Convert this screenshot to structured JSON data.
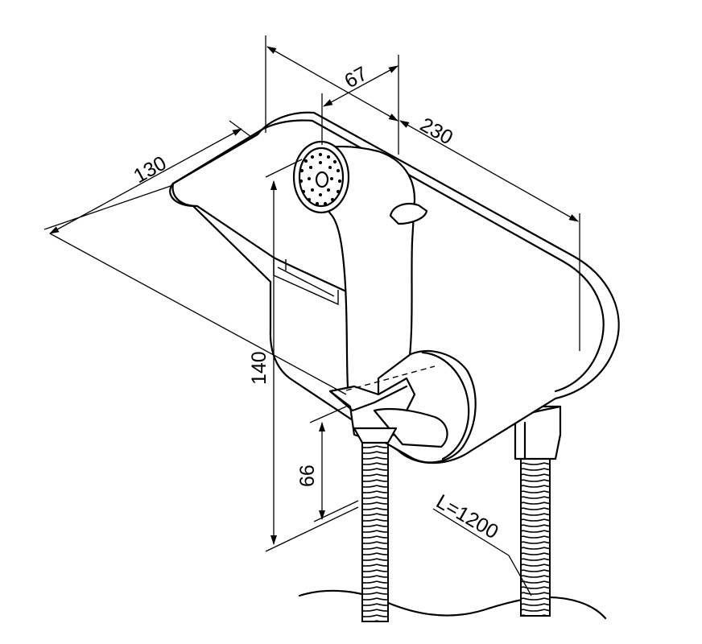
{
  "dimensions": {
    "width_total": "230",
    "width_head": "67",
    "depth": "130",
    "height_total": "140",
    "height_holder": "66",
    "hose_length": "L=1200"
  }
}
